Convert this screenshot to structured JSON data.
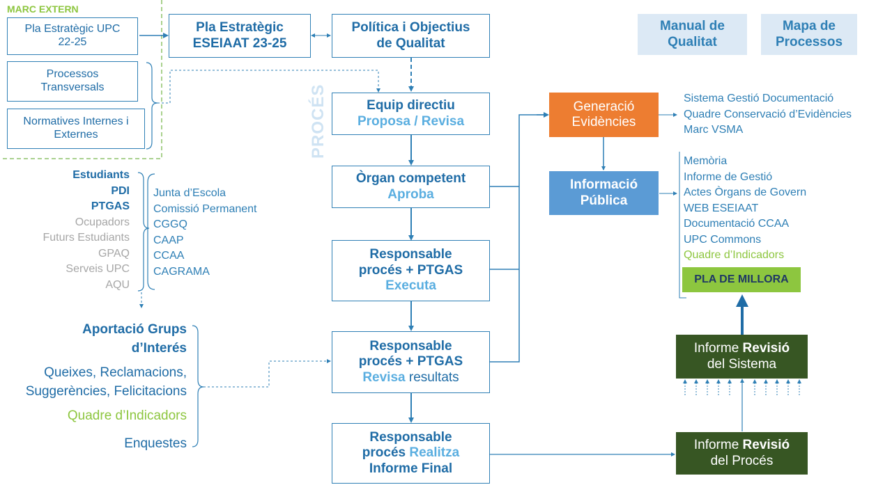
{
  "external": {
    "title": "MARC EXTERN",
    "pla_upc": [
      "Pla Estratègic UPC",
      "22-25"
    ],
    "processos": [
      "Processos",
      "Transversals"
    ],
    "normatives": [
      "Normatives Internes i",
      "Externes"
    ]
  },
  "top": {
    "pla_eseiaat": [
      "Pla Estratègic",
      "ESEIAAT 23-25"
    ],
    "politica": [
      "Política i Objectius",
      "de Qualitat"
    ],
    "manual": [
      "Manual de",
      "Qualitat"
    ],
    "mapa": [
      "Mapa de",
      "Processos"
    ]
  },
  "proces_label": "PROCÉS",
  "flow": {
    "equip": {
      "l1": "Equip directiu",
      "l2": "Proposa / Revisa"
    },
    "organ": {
      "l1": "Òrgan competent",
      "l2": "Aproba"
    },
    "exec": {
      "l1": "Responsable",
      "l2": "procés + PTGAS",
      "l3": "Executa"
    },
    "revisa": {
      "l1": "Responsable",
      "l2": "procés + PTGAS",
      "l3a": "Revisa",
      "l3b": " resultats"
    },
    "final": {
      "l1": "Responsable",
      "l2a": "procés ",
      "l2b": "Realitza",
      "l3": "Informe Final"
    }
  },
  "stakeholders": {
    "bold": [
      "Estudiants",
      "PDI",
      "PTGAS"
    ],
    "gray": [
      "Ocupadors",
      "Futurs Estudiants",
      "GPAQ",
      "Serveis UPC",
      "AQU"
    ]
  },
  "bodies": [
    "Junta d’Escola",
    "Comissió Permanent",
    "CGGQ",
    "CAAP",
    "CCAA",
    "CAGRAMA"
  ],
  "inputs": {
    "aportacio": [
      "Aportació Grups",
      "d’Interés"
    ],
    "queixes": [
      "Queixes, Reclamacions,",
      "Suggerències, Felicitacions"
    ],
    "quadre": "Quadre d’Indicadors",
    "enquestes": "Enquestes"
  },
  "generacio": [
    "Generació",
    "Evidències"
  ],
  "generacio_list": [
    "Sistema Gestió Documentació",
    "Quadre Conservació d’Evidències",
    "Marc VSMA"
  ],
  "informacio": [
    "Informació",
    "Pública"
  ],
  "informacio_list": [
    "Memòria",
    "Informe de Gestió",
    "Actes Òrgans de Govern",
    "WEB ESEIAAT",
    "Documentació CCAA",
    "UPC Commons"
  ],
  "informacio_green": "Quadre d’Indicadors",
  "pla_millora": "PLA DE MILLORA",
  "informe_sistema": {
    "a": "Informe ",
    "b": "Revisió",
    "c": "del Sistema"
  },
  "informe_proces": {
    "a": "Informe ",
    "b": "Revisió",
    "c": "del Procés"
  },
  "colors": {
    "dark_blue": "#1f6ca6",
    "light_blue": "#5aaee0",
    "orange": "#ed7d31",
    "info_blue": "#5b9bd5",
    "dark_green": "#375623",
    "light_green": "#8dc63f",
    "pale_blue": "#dce9f5",
    "gray": "#a6a6a6"
  }
}
